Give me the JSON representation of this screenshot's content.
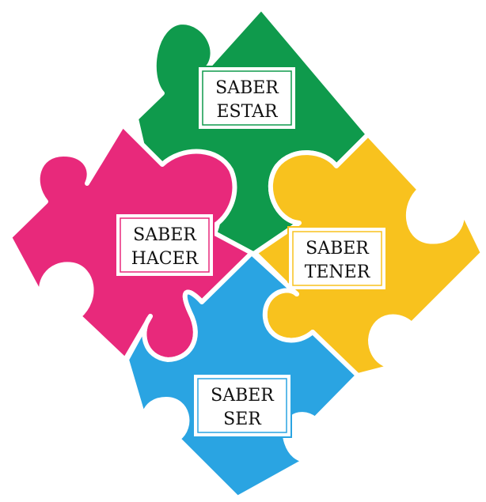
{
  "pieces": [
    {
      "id": "estar",
      "line1": "SABER",
      "line2": "ESTAR",
      "color": "#0f9a4c"
    },
    {
      "id": "hacer",
      "line1": "SABER",
      "line2": "HACER",
      "color": "#e8297b"
    },
    {
      "id": "tener",
      "line1": "SABER",
      "line2": "TENER",
      "color": "#f8c21e"
    },
    {
      "id": "ser",
      "line1": "SABER",
      "line2": "SER",
      "color": "#2aa4e2"
    }
  ]
}
